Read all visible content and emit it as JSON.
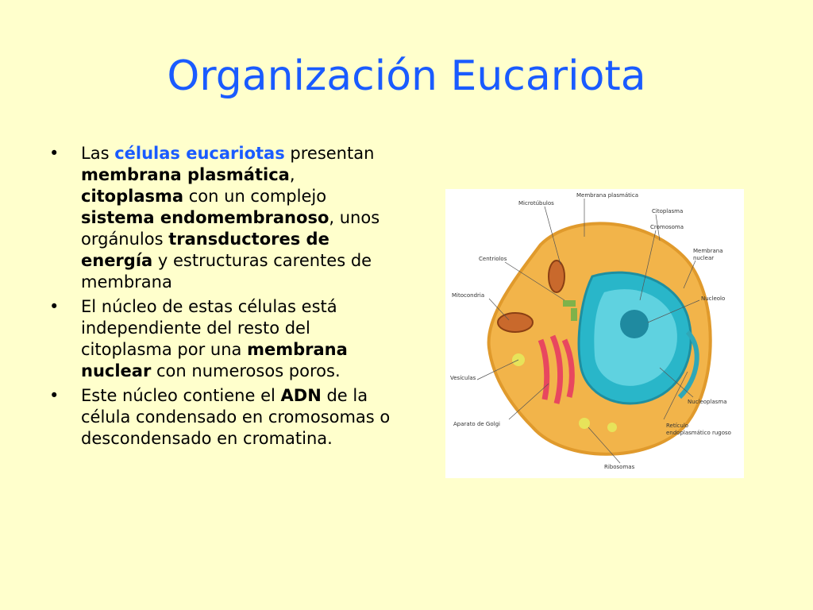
{
  "title": "Organización Eucariota",
  "bullets": [
    {
      "p1": "Las ",
      "p2": "células eucariotas",
      "p3": " presentan ",
      "p4": "membrana plasmática",
      "p5": ", ",
      "p6": "citoplasma",
      "p7": " con un complejo ",
      "p8": "sistema endomembranoso",
      "p9": ", unos orgánulos ",
      "p10": "transductores de energía",
      "p11": " y estructuras carentes de membrana"
    },
    {
      "p1": "El núcleo de estas células está independiente del resto del citoplasma por una ",
      "p2": "membrana nuclear",
      "p3": " con numerosos poros."
    },
    {
      "p1": "Este núcleo contiene el ",
      "p2": "ADN",
      "p3": " de la célula condensado en cromosomas o descondensado en cromatina."
    }
  ],
  "bullet_symbol": "•",
  "diagram_labels": {
    "microtubulos": "Microtúbulos",
    "membrana_plasmatica": "Membrana plasmática",
    "citoplasma": "Citoplasma",
    "cromosoma": "Cromosoma",
    "centriolos": "Centriolos",
    "membrana_nuclear_1": "Membrana",
    "membrana_nuclear_2": "nuclear",
    "mitocondria": "Mitocondria",
    "nucleolo": "Nucleolo",
    "vesiculas": "Vesículas",
    "nucleoplasma": "Nucleoplasma",
    "aparato_golgi": "Aparato de Golgi",
    "reticulo_1": "Retículo",
    "reticulo_2": "endoplasmático rugoso",
    "ribosomas": "Ribosomas"
  },
  "colors": {
    "background": "#ffffcc",
    "title": "#1a5bff",
    "highlight": "#1a5bff",
    "cytoplasm": "#f2b44a",
    "nucleus": "#29b6c9",
    "golgi": "#e8475f"
  }
}
